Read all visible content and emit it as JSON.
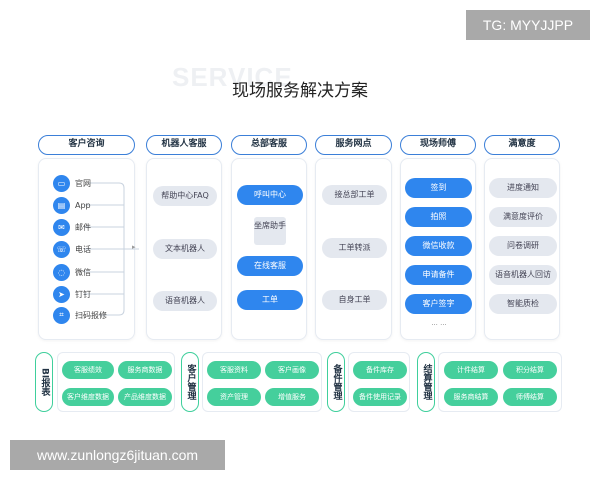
{
  "watermark_tg": "TG: MYYJJPP",
  "bg_word": "SERVICE",
  "title": "现场服务解决方案",
  "columns": [
    {
      "header": "客户咨询",
      "channels": [
        {
          "label": "官网",
          "icon": "monitor-icon"
        },
        {
          "label": "App",
          "icon": "printer-icon"
        },
        {
          "label": "邮件",
          "icon": "mail-icon"
        },
        {
          "label": "电话",
          "icon": "phone-icon"
        },
        {
          "label": "微信",
          "icon": "wechat-icon"
        },
        {
          "label": "钉钉",
          "icon": "dingtalk-icon"
        },
        {
          "label": "扫码报修",
          "icon": "scan-icon"
        }
      ]
    },
    {
      "header": "机器人客服",
      "items": [
        "帮助中心FAQ",
        "文本机器人",
        "语音机器人"
      ]
    },
    {
      "header": "总部客服",
      "items": [
        "呼叫中心",
        "坐席助手",
        "在线客服",
        "工单"
      ]
    },
    {
      "header": "服务网点",
      "items": [
        "接总部工单",
        "工单转派",
        "自身工单"
      ]
    },
    {
      "header": "现场师傅",
      "items": [
        "签到",
        "拍照",
        "微信收款",
        "申请备件",
        "客户签字",
        "... ..."
      ]
    },
    {
      "header": "满意度",
      "items": [
        "进度通知",
        "满意度评价",
        "问卷调研",
        "语音机器人回访",
        "智能质检"
      ]
    }
  ],
  "bottom": [
    {
      "label": "BI报表",
      "items": [
        "客服绩效",
        "服务商数据",
        "客户维度数据",
        "产品维度数据"
      ]
    },
    {
      "label": "客户管理",
      "items": [
        "客服资料",
        "客户画像",
        "资产管理",
        "增值服务"
      ]
    },
    {
      "label": "备件管理",
      "items": [
        "备件库存",
        "备件使用记录"
      ]
    },
    {
      "label": "结算管理",
      "items": [
        "计件结算",
        "积分结算",
        "服务商结算",
        "师傅结算"
      ]
    }
  ],
  "url_watermark": "www.zunlongz6jituan.com",
  "colors": {
    "blue": "#2f86ee",
    "green": "#45cf9c",
    "gray_pill": "#e4e8ef"
  }
}
